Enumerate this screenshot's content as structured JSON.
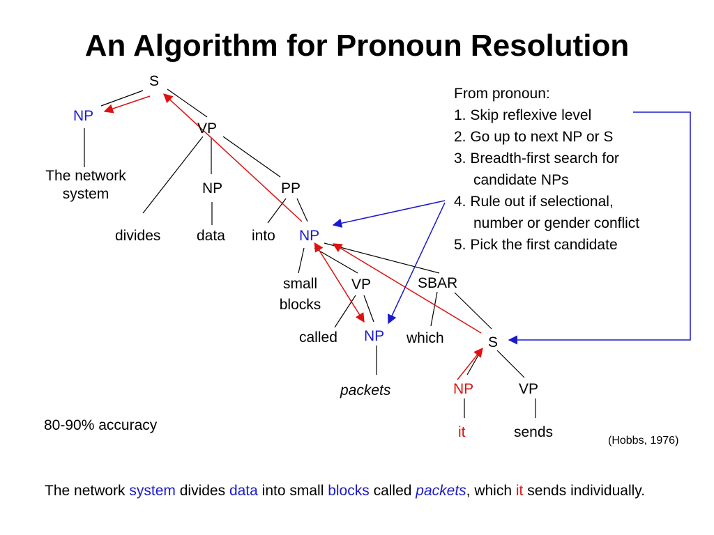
{
  "title": "An Algorithm for Pronoun Resolution",
  "colors": {
    "highlight_blue": "#1a1acc",
    "highlight_red": "#e01010",
    "line": "#000000"
  },
  "tree": {
    "s_root": "S",
    "np_subject": "NP",
    "subject_text_1": "The network",
    "subject_text_2": "system",
    "vp_main": "VP",
    "verb_divides": "divides",
    "np_data": "NP",
    "word_data": "data",
    "pp": "PP",
    "word_into": "into",
    "np_object": "NP",
    "small_blocks_1": "small",
    "small_blocks_2": "blocks",
    "vp_called": "VP",
    "word_called": "called",
    "np_packets": "NP",
    "word_packets": "packets",
    "sbar": "SBAR",
    "word_which": "which",
    "s_embedded": "S",
    "np_pronoun": "NP",
    "word_it": "it",
    "vp_sends": "VP",
    "word_sends": "sends"
  },
  "steps": {
    "heading": "From pronoun:",
    "step1": "1. Skip reflexive level",
    "step2": "2. Go up to next NP or S",
    "step3a": "3. Breadth-first search for",
    "step3b": "candidate NPs",
    "step4a": "4. Rule out if selectional,",
    "step4b": "number or gender conflict",
    "step5": "5. Pick the first candidate"
  },
  "accuracy": "80-90% accuracy",
  "citation": "(Hobbs, 1976)",
  "sentence": {
    "p1": "The network ",
    "w_system": "system",
    "p2": " divides ",
    "w_data": "data",
    "p3": " into small ",
    "w_blocks": "blocks",
    "p4": " called ",
    "w_packets": "packets",
    "p5": ", which ",
    "w_it": "it",
    "p6": " sends individually."
  }
}
